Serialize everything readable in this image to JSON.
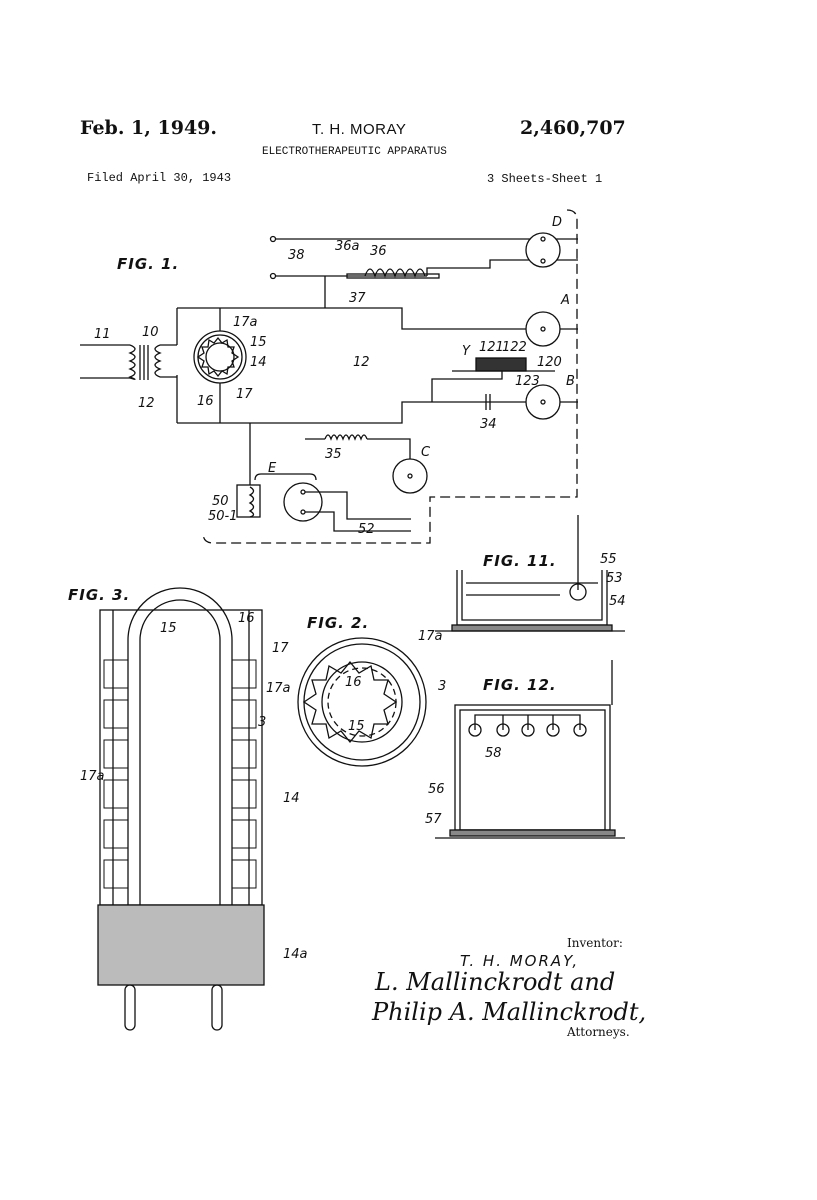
{
  "header": {
    "date": "Feb. 1, 1949.",
    "inventor": "T. H. MORAY",
    "patent_number": "2,460,707",
    "title": "ELECTROTHERAPEUTIC APPARATUS",
    "filed": "Filed April 30, 1943",
    "sheets": "3 Sheets-Sheet 1"
  },
  "figures": {
    "fig1": "FIG. 1.",
    "fig2": "FIG. 2.",
    "fig3": "FIG. 3.",
    "fig11": "FIG. 11.",
    "fig12": "FIG. 12."
  },
  "labels": {
    "fig1": [
      "D",
      "A",
      "B",
      "C",
      "E",
      "38",
      "36a",
      "36",
      "37",
      "17a",
      "15",
      "14",
      "12",
      "16",
      "17",
      "11",
      "10",
      "12",
      "Y",
      "121",
      "122",
      "120",
      "123",
      "34",
      "35",
      "50",
      "50-1",
      "52"
    ],
    "fig3": [
      "15",
      "16",
      "17",
      "17a",
      "3",
      "17a",
      "14",
      "14a"
    ],
    "fig2": [
      "17a",
      "16",
      "3",
      "15"
    ],
    "fig11": [
      "55",
      "53",
      "54"
    ],
    "fig12": [
      "58",
      "56",
      "57"
    ]
  },
  "signature": {
    "inventor_label": "Inventor:",
    "inventor_name": "T. H. MORAY,",
    "attorney_1": "L. Mallinckrodt and",
    "attorney_2": "Philip A. Mallinckrodt,",
    "attorneys_label": "Attorneys."
  }
}
